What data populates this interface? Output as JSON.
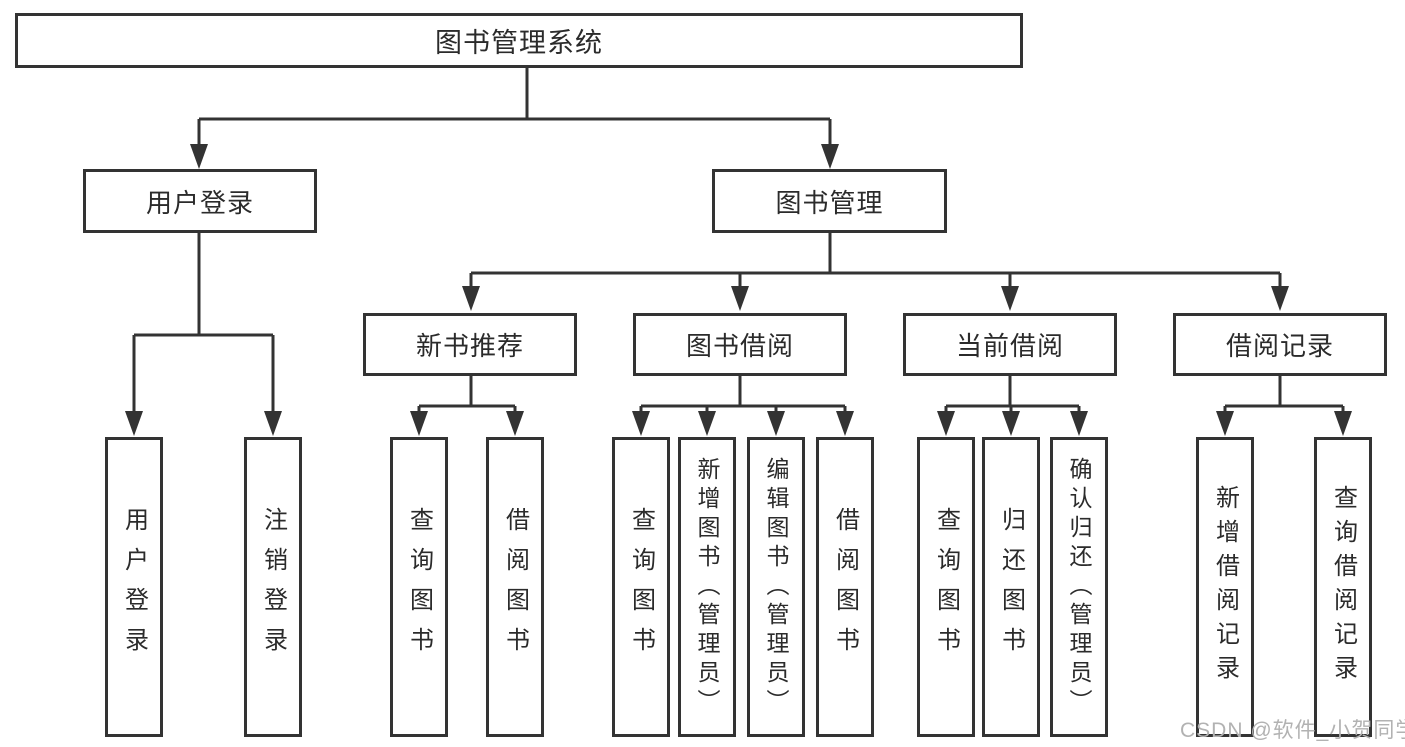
{
  "tree": {
    "label": "图书管理系统",
    "children": [
      {
        "label": "用户登录",
        "children": [
          {
            "label": "用户登录"
          },
          {
            "label": "注销登录"
          }
        ]
      },
      {
        "label": "图书管理",
        "children": [
          {
            "label": "新书推荐",
            "children": [
              {
                "label": "查询图书"
              },
              {
                "label": "借阅图书"
              }
            ]
          },
          {
            "label": "图书借阅",
            "children": [
              {
                "label": "查询图书"
              },
              {
                "label": "新增图书（管理员）"
              },
              {
                "label": "编辑图书（管理员）"
              },
              {
                "label": "借阅图书"
              }
            ]
          },
          {
            "label": "当前借阅",
            "children": [
              {
                "label": "查询图书"
              },
              {
                "label": "归还图书"
              },
              {
                "label": "确认归还（管理员）"
              }
            ]
          },
          {
            "label": "借阅记录",
            "children": [
              {
                "label": "新增借阅记录"
              },
              {
                "label": "查询借阅记录"
              }
            ]
          }
        ]
      }
    ]
  },
  "watermark": "CSDN @软件_小贺同学",
  "colors": {
    "line": "#333333",
    "box_border": "#333333",
    "text": "#2b2b2b",
    "watermark": "#b2b2b2",
    "background": "#ffffff"
  }
}
